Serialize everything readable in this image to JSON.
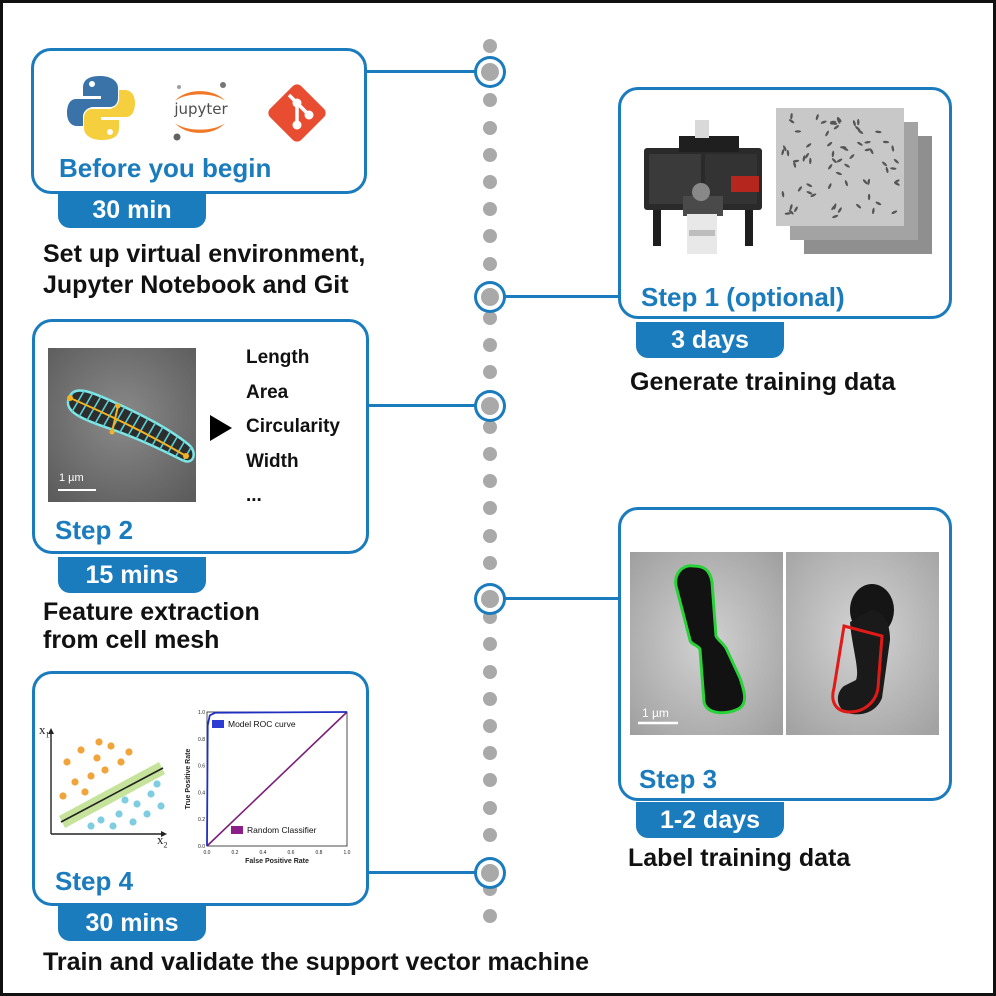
{
  "colors": {
    "accent": "#1a7bbd",
    "timeline_dot": "#a9a9a9"
  },
  "before": {
    "label": "Before you begin",
    "duration": "30 min",
    "description": [
      "Set up virtual environment,",
      "Jupyter Notebook and Git"
    ],
    "icons": [
      "python-logo",
      "jupyter-logo",
      "git-logo"
    ],
    "jupyter_text": "jupyter"
  },
  "step1": {
    "label": "Step 1 (optional)",
    "duration": "3 days",
    "description": "Generate training data"
  },
  "step2": {
    "label": "Step 2",
    "duration": "15 mins",
    "description": [
      "Feature extraction",
      "from cell mesh"
    ],
    "features": [
      "Length",
      "Area",
      "Circularity",
      "Width",
      "..."
    ],
    "scale_bar": "1 µm"
  },
  "step3": {
    "label": "Step 3",
    "duration": "1-2 days",
    "description": "Label training data",
    "scale_bar": "1 µm"
  },
  "step4": {
    "label": "Step 4",
    "duration": "30 mins",
    "description": "Train and validate the support vector machine",
    "scatter_xlabel": "x",
    "scatter_xsub": "2",
    "scatter_ylabel": "x",
    "scatter_ysub": "1",
    "roc": {
      "legend_model": "Model ROC curve",
      "legend_random": "Random Classifier",
      "xlabel": "False Positive Rate",
      "ylabel": "True Positive Rate",
      "xticks": [
        "0.0",
        "0.2",
        "0.4",
        "0.6",
        "0.8",
        "1.0"
      ],
      "yticks": [
        "0.0",
        "0.2",
        "0.4",
        "0.6",
        "0.8",
        "1.0"
      ]
    }
  }
}
